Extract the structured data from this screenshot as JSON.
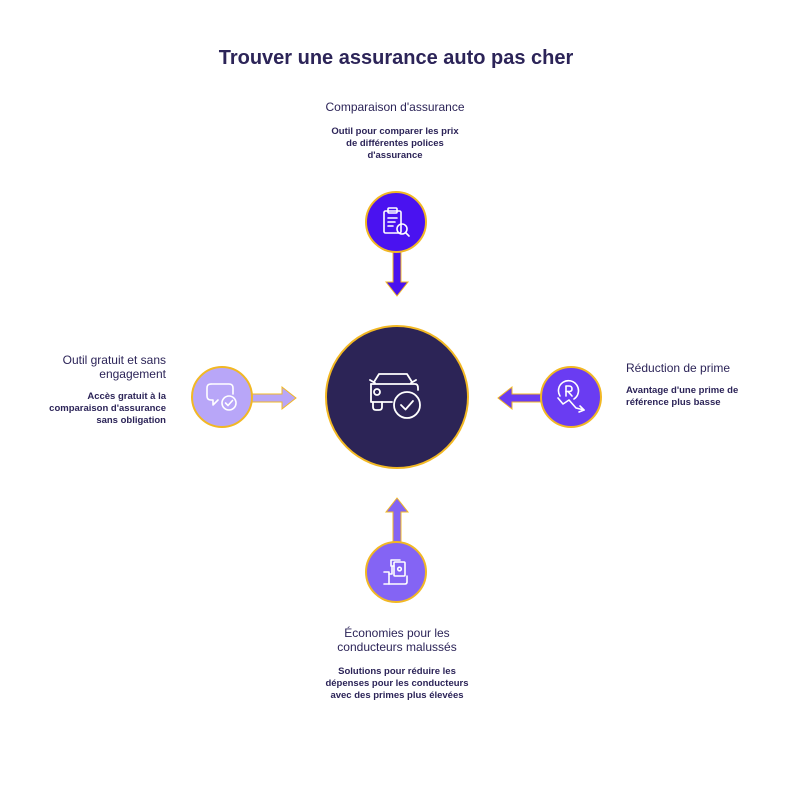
{
  "title": "Trouver une assurance auto pas cher",
  "colors": {
    "center": "#2c2456",
    "top": "#4a12f0",
    "right": "#6a3cf2",
    "bottom": "#8464f4",
    "left": "#b8a6f8",
    "border": "#f2b824",
    "text": "#2c2458"
  },
  "center": {
    "icon": "car-check-icon"
  },
  "nodes": {
    "top": {
      "heading": "Comparaison d'assurance",
      "desc": "Outil pour comparer les prix de différentes polices d'assurance",
      "icon": "clipboard-search-icon"
    },
    "right": {
      "heading": "Réduction de prime",
      "desc": "Avantage d'une prime de référence plus basse",
      "icon": "rupee-down-trend-icon"
    },
    "bottom": {
      "heading": "Économies pour les conducteurs malussés",
      "desc": "Solutions pour réduire les dépenses pour les conducteurs avec des primes plus élevées",
      "icon": "hand-money-icon"
    },
    "left": {
      "heading": "Outil gratuit et sans engagement",
      "desc": "Accès gratuit à la comparaison d'assurance sans obligation",
      "icon": "chat-check-icon"
    }
  }
}
